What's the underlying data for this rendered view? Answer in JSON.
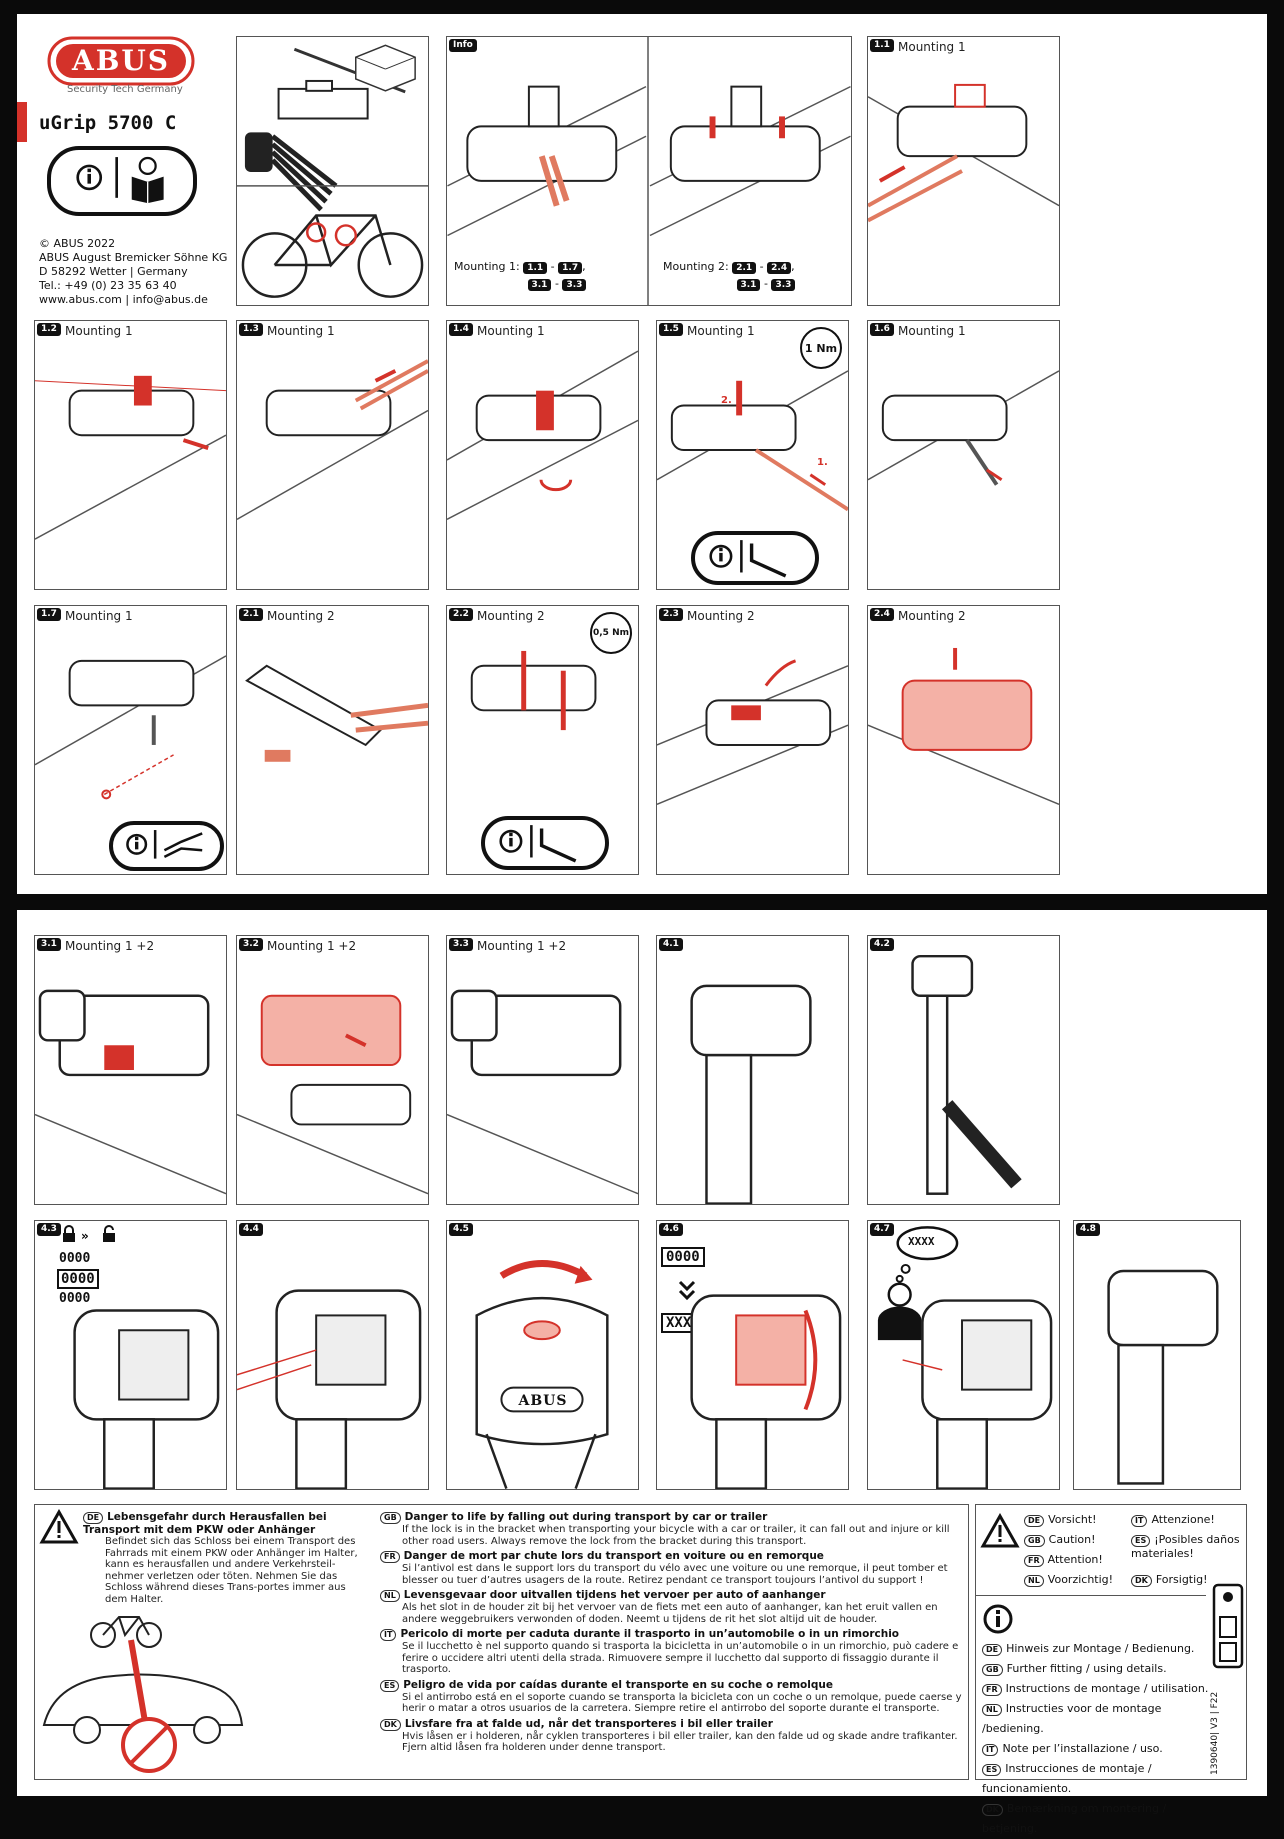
{
  "brand": {
    "logo_text": "ABUS",
    "tagline": "Security Tech Germany",
    "product": "uGrip 5700 C"
  },
  "company": {
    "copyright": "© ABUS 2022",
    "lines": [
      "ABUS August Bremicker Söhne KG",
      "D 58292 Wetter | Germany",
      "Tel.: +49 (0) 23 35 63 40",
      "www.abus.com | info@abus.de"
    ]
  },
  "info_panel": {
    "badge": "Info",
    "m1_label": "Mounting 1:",
    "m1_a": "1.1",
    "m1_b": "1.7",
    "m1_c": "3.1",
    "m1_d": "3.3",
    "m2_label": "Mounting 2:",
    "m2_a": "2.1",
    "m2_b": "2.4",
    "m2_c": "3.1",
    "m2_d": "3.3",
    "dash": "-",
    "comma": ","
  },
  "steps": {
    "s11": {
      "num": "1.1",
      "title": "Mounting 1"
    },
    "s12": {
      "num": "1.2",
      "title": "Mounting 1"
    },
    "s13": {
      "num": "1.3",
      "title": "Mounting 1"
    },
    "s14": {
      "num": "1.4",
      "title": "Mounting 1"
    },
    "s15": {
      "num": "1.5",
      "title": "Mounting 1",
      "torque": "1 Nm",
      "label1": "1.",
      "label2": "2."
    },
    "s16": {
      "num": "1.6",
      "title": "Mounting 1"
    },
    "s17": {
      "num": "1.7",
      "title": "Mounting 1"
    },
    "s21": {
      "num": "2.1",
      "title": "Mounting 2"
    },
    "s22": {
      "num": "2.2",
      "title": "Mounting 2",
      "torque": "0,5 Nm"
    },
    "s23": {
      "num": "2.3",
      "title": "Mounting 2"
    },
    "s24": {
      "num": "2.4",
      "title": "Mounting 2"
    },
    "s31": {
      "num": "3.1",
      "title": "Mounting 1 +2"
    },
    "s32": {
      "num": "3.2",
      "title": "Mounting 1 +2"
    },
    "s33": {
      "num": "3.3",
      "title": "Mounting 1 +2"
    },
    "s41": {
      "num": "4.1"
    },
    "s42": {
      "num": "4.2"
    },
    "s43": {
      "num": "4.3",
      "code_a": "0000",
      "code_b": "0000",
      "code_c": "0000"
    },
    "s44": {
      "num": "4.4"
    },
    "s45": {
      "num": "4.5",
      "cap_logo": "ABUS"
    },
    "s46": {
      "num": "4.6",
      "code_from": "0000",
      "code_to": "XXXX"
    },
    "s47": {
      "num": "4.7",
      "thought": "XXXX"
    },
    "s48": {
      "num": "4.8"
    }
  },
  "warning": {
    "de": {
      "code": "DE",
      "title": "Lebensgefahr durch Herausfallen bei Transport mit dem PKW oder Anhänger",
      "body": "Befindet sich das Schloss bei einem Transport des Fahrrads mit einem PKW oder Anhänger im Halter, kann es herausfallen und andere Verkehrsteil-nehmer verletzen oder töten. Nehmen Sie das Schloss während dieses Trans-portes immer aus dem Halter."
    },
    "gb": {
      "code": "GB",
      "title": "Danger to life by falling out during transport by car or trailer",
      "body": "If the lock is in the bracket when transporting your bicycle with a car or trailer, it can fall out and injure or kill other road users. Always remove the lock from the bracket during this transport."
    },
    "fr": {
      "code": "FR",
      "title": "Danger de mort par chute lors du transport en voiture ou en remorque",
      "body": "Si l’antivol est dans le support lors du transport du vélo avec une voiture ou une remorque, il peut tomber et blesser ou tuer d’autres usagers de la route. Retirez pendant ce transport toujours l’antivol du support !"
    },
    "nl": {
      "code": "NL",
      "title": "Levensgevaar door uitvallen tijdens het vervoer per auto of aanhanger",
      "body": "Als het slot in de houder zit bij het vervoer van de fiets met een auto of aanhanger, kan het eruit vallen en andere weggebruikers verwonden of doden. Neemt u tijdens de rit het slot altijd uit de houder."
    },
    "it": {
      "code": "IT",
      "title": "Pericolo di morte per caduta durante il trasporto in un’automobile o in un rimorchio",
      "body": "Se il lucchetto è nel supporto quando si trasporta la bicicletta in un’automobile o in un rimorchio, può cadere e ferire o uccidere altri utenti della strada. Rimuovere sempre il lucchetto dal supporto di fissaggio durante il trasporto."
    },
    "es": {
      "code": "ES",
      "title": "Peligro de vida por caídas durante el transporte en su coche o remolque",
      "body": "Si el antirrobo está en el soporte cuando se transporta la bicicleta con un coche o un remolque, puede caerse y herir o matar a otros usuarios de la carretera. Siempre retire el antirrobo del soporte durante el transporte."
    },
    "dk": {
      "code": "DK",
      "title": "Livsfare fra at falde ud, når det transporteres i bil eller trailer",
      "body": "Hvis låsen er i holderen, når cyklen transporteres i bil eller trailer, kan den falde ud og skade andre trafikanter. Fjern altid låsen fra holderen under denne transport."
    }
  },
  "caution": [
    {
      "code": "DE",
      "text": "Vorsicht!"
    },
    {
      "code": "IT",
      "text": "Attenzione!"
    },
    {
      "code": "GB",
      "text": "Caution!"
    },
    {
      "code": "ES",
      "text": "¡Posibles daños materiales!"
    },
    {
      "code": "FR",
      "text": "Attention!"
    },
    {
      "code": "NL",
      "text": "Voorzichtig!"
    },
    {
      "code": "DK",
      "text": "Forsigtig!"
    }
  ],
  "notes": [
    {
      "code": "DE",
      "text": "Hinweis zur Montage / Bedienung."
    },
    {
      "code": "GB",
      "text": "Further fitting / using details."
    },
    {
      "code": "FR",
      "text": "Instructions de montage / utilisation."
    },
    {
      "code": "NL",
      "text": "Instructies voor de montage /bediening."
    },
    {
      "code": "IT",
      "text": "Note per l’installazione / uso."
    },
    {
      "code": "ES",
      "text": "Instrucciones de montaje / funcionamiento."
    },
    {
      "code": "DK",
      "text": "Bemærkning om montering / betjening."
    }
  ],
  "doc_code": "1390640| V3 | F22",
  "colors": {
    "accent": "#e03a2f",
    "ink": "#111111",
    "frame": "#555555"
  }
}
